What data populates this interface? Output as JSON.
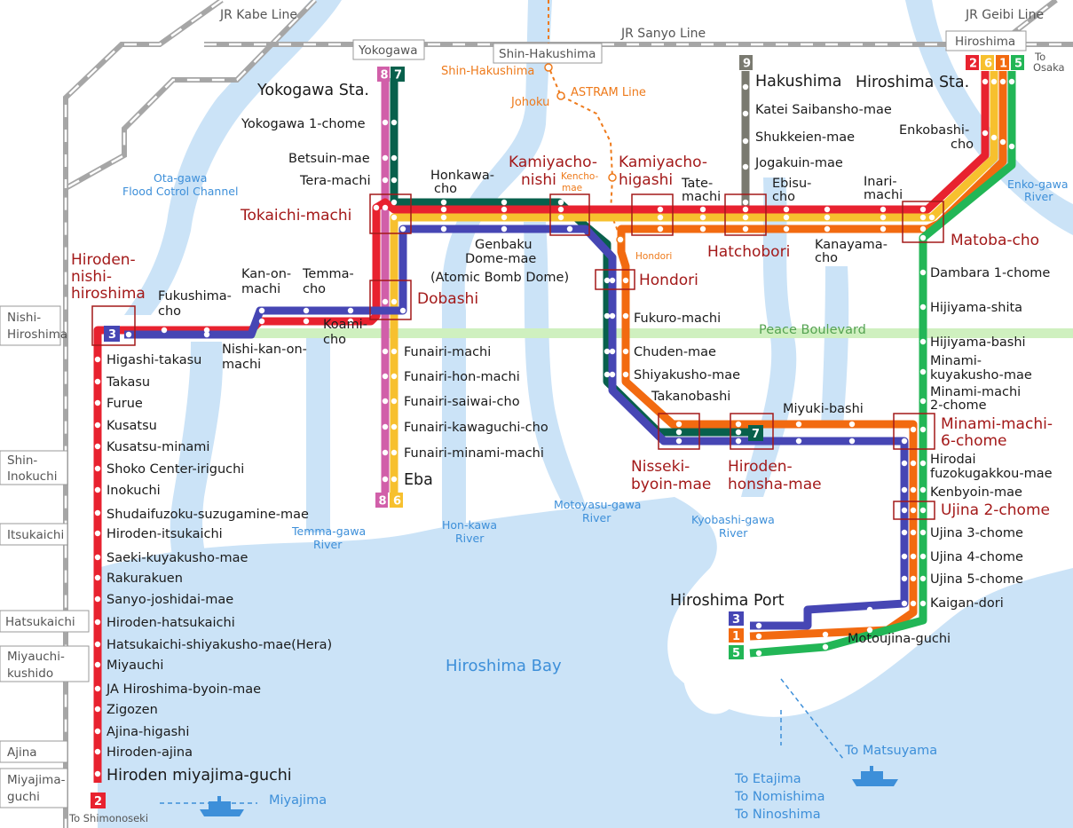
{
  "colors": {
    "line1": "#f26a10",
    "line2": "#e8222f",
    "line3": "#4646b4",
    "line5": "#22b656",
    "line6": "#f7c02e",
    "line7": "#08604c",
    "line8": "#d15fa9",
    "line9": "#7a7a70",
    "water": "#cbe3f7",
    "astram": "#ee7a1b",
    "peace": "#cff0bf",
    "transfer": "#a31919"
  },
  "jr": {
    "kabe": "JR Kabe Line",
    "sanyo": "JR Sanyo Line",
    "geibi": "JR Geibi Line",
    "to_osaka_1": "To",
    "to_osaka_2": "Osaka",
    "to_shimonoseki": "To Shimonoseki"
  },
  "jr_stations": {
    "yokogawa": "Yokogawa",
    "shin_hakushima": "Shin-Hakushima",
    "hiroshima": "Hiroshima",
    "nishi_hiroshima_1": "Nishi-",
    "nishi_hiroshima_2": "Hiroshima",
    "shin_inokuchi_1": "Shin-",
    "shin_inokuchi_2": "Inokuchi",
    "itsukaichi": "Itsukaichi",
    "hatsukaichi": "Hatsukaichi",
    "miyauchi_1": "Miyauchi-",
    "miyauchi_2": "kushido",
    "ajina": "Ajina",
    "miyajimaguchi_1": "Miyajima-",
    "miyajimaguchi_2": "guchi"
  },
  "astram": {
    "line": "ASTRAM Line",
    "shin_hakushima": "Shin-Hakushima",
    "johoku": "Johoku",
    "kencho_1": "Kencho-",
    "kencho_2": "mae",
    "hondori": "Hondori"
  },
  "badges": {
    "r2": "2",
    "r6": "6",
    "r1": "1",
    "r5": "5",
    "r8": "8",
    "r7": "7",
    "r9": "9",
    "r3": "3",
    "eba8": "8",
    "eba6": "6",
    "west3": "3",
    "miyajima2": "2",
    "c7": "7",
    "port3": "3",
    "port1": "1",
    "port5": "5"
  },
  "rivers": {
    "ota_1": "Ota-gawa",
    "ota_2": "Flood Cotrol Channel",
    "enko_1": "Enko-gawa",
    "enko_2": "River",
    "temma_1": "Temma-gawa",
    "temma_2": "River",
    "honkawa_1": "Hon-kawa",
    "honkawa_2": "River",
    "motoyasu_1": "Motoyasu-gawa",
    "motoyasu_2": "River",
    "kyobashi_1": "Kyobashi-gawa",
    "kyobashi_2": "River"
  },
  "areas": {
    "bay": "Hiroshima Bay",
    "peace": "Peace Boulevard"
  },
  "destinations": {
    "miyajima": "Miyajima",
    "matsuyama": "To Matsuyama",
    "etajima": "To Etajima",
    "nomishima": "To Nomishima",
    "ninoshima": "To Ninoshima"
  },
  "transfer_stations": {
    "tokaichi": "Tokaichi-machi",
    "dobashi": "Dobashi",
    "kamiyacho_nishi_1": "Kamiyacho-",
    "kamiyacho_nishi_2": "nishi",
    "kamiyacho_higashi_1": "Kamiyacho-",
    "kamiyacho_higashi_2": "higashi",
    "hatchobori": "Hatchobori",
    "matoba": "Matoba-cho",
    "hondori": "Hondori",
    "hiroden_nishi_1": "Hiroden-",
    "hiroden_nishi_2": "nishi-",
    "hiroden_nishi_3": "hiroshima",
    "nisseki_1": "Nisseki-",
    "nisseki_2": "byoin-mae",
    "honsha_1": "Hiroden-",
    "honsha_2": "honsha-mae",
    "minami6_1": "Minami-machi-",
    "minami6_2": "6-chome",
    "ujina2": "Ujina 2-chome"
  },
  "major_stations": {
    "yokogawa": "Yokogawa Sta.",
    "hakushima": "Hakushima",
    "hiroshima": "Hiroshima Sta.",
    "eba": "Eba",
    "port": "Hiroshima Port",
    "miyajimaguchi": "Hiroden miyajima-guchi"
  },
  "stations": {
    "yokogawa1": "Yokogawa 1-chome",
    "betsuin": "Betsuin-mae",
    "teramachi": "Tera-machi",
    "honkawa_1": "Honkawa-",
    "honkawa_2": "cho",
    "tatemachi_1": "Tate-",
    "tatemachi_2": "machi",
    "ebisu_1": "Ebisu-",
    "ebisu_2": "cho",
    "inari_1": "Inari-",
    "inari_2": "machi",
    "kanayama_1": "Kanayama-",
    "kanayama_2": "cho",
    "genbaku_1": "Genbaku",
    "genbaku_2": "Dome-mae",
    "genbaku_3": "(Atomic Bomb Dome)",
    "katei": "Katei Saibansho-mae",
    "shukkeien": "Shukkeien-mae",
    "jogakuin": "Jogakuin-mae",
    "enkobashi_1": "Enkobashi-",
    "enkobashi_2": "cho",
    "kanon_1": "Kan-on-",
    "kanon_2": "machi",
    "temma_1": "Temma-",
    "temma_2": "cho",
    "fukushima_1": "Fukushima-",
    "fukushima_2": "cho",
    "koami_1": "Koami-",
    "koami_2": "cho",
    "nishikanon_1": "Nishi-kan-on-",
    "nishikanon_2": "machi",
    "funairi": "Funairi-machi",
    "funairi_hon": "Funairi-hon-machi",
    "funairi_saiwai": "Funairi-saiwai-cho",
    "funairi_kawaguchi": "Funairi-kawaguchi-cho",
    "funairi_minami": "Funairi-minami-machi",
    "fukuro": "Fukuro-machi",
    "chuden": "Chuden-mae",
    "shiyakusho": "Shiyakusho-mae",
    "takanobashi": "Takanobashi",
    "miyuki": "Miyuki-bashi",
    "dambara": "Dambara 1-chome",
    "hijiyama_shita": "Hijiyama-shita",
    "hijiyama_bashi": "Hijiyama-bashi",
    "minami_kuyakusho_1": "Minami-",
    "minami_kuyakusho_2": "kuyakusho-mae",
    "minami2_1": "Minami-machi",
    "minami2_2": "2-chome",
    "hirodai_1": "Hirodai",
    "hirodai_2": "fuzokugakkou-mae",
    "kenbyoin": "Kenbyoin-mae",
    "ujina3": "Ujina 3-chome",
    "ujina4": "Ujina 4-chome",
    "ujina5": "Ujina 5-chome",
    "kaigan": "Kaigan-dori",
    "motoujina": "Motoujina-guchi",
    "higashi_takasu": "Higashi-takasu",
    "takasu": "Takasu",
    "furue": "Furue",
    "kusatsu": "Kusatsu",
    "kusatsu_minami": "Kusatsu-minami",
    "shoko": "Shoko Center-iriguchi",
    "inokuchi": "Inokuchi",
    "shudaifuzoku": "Shudaifuzoku-suzugamine-mae",
    "hiroden_itsukaichi": "Hiroden-itsukaichi",
    "saeki": "Saeki-kuyakusho-mae",
    "rakurakuen": "Rakurakuen",
    "sanyo": "Sanyo-joshidai-mae",
    "hiroden_hatsukaichi": "Hiroden-hatsukaichi",
    "hatsukaichi_shiyakusho": "Hatsukaichi-shiyakusho-mae(Hera)",
    "miyauchi": "Miyauchi",
    "ja": "JA Hiroshima-byoin-mae",
    "zigozen": "Zigozen",
    "ajina_higashi": "Ajina-higashi",
    "hiroden_ajina": "Hiroden-ajina"
  }
}
